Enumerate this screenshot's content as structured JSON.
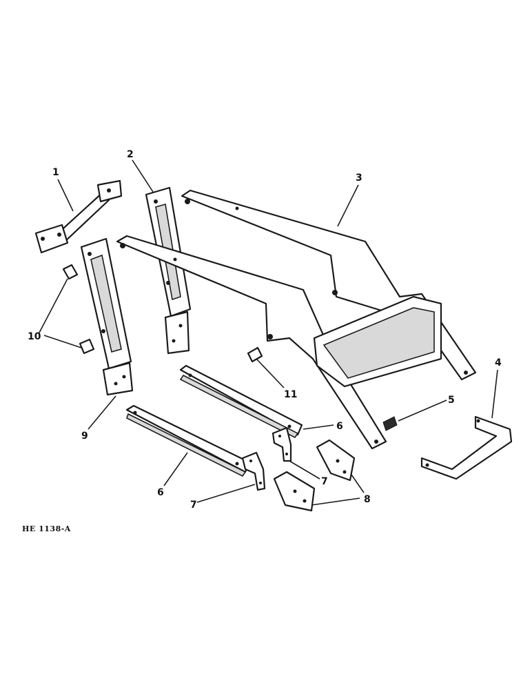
{
  "diagram": {
    "callouts": [
      "1",
      "2",
      "3",
      "4",
      "5",
      "6",
      "6",
      "7",
      "7",
      "8",
      "9",
      "10",
      "11"
    ],
    "doc_id": "HE 1138-A"
  }
}
